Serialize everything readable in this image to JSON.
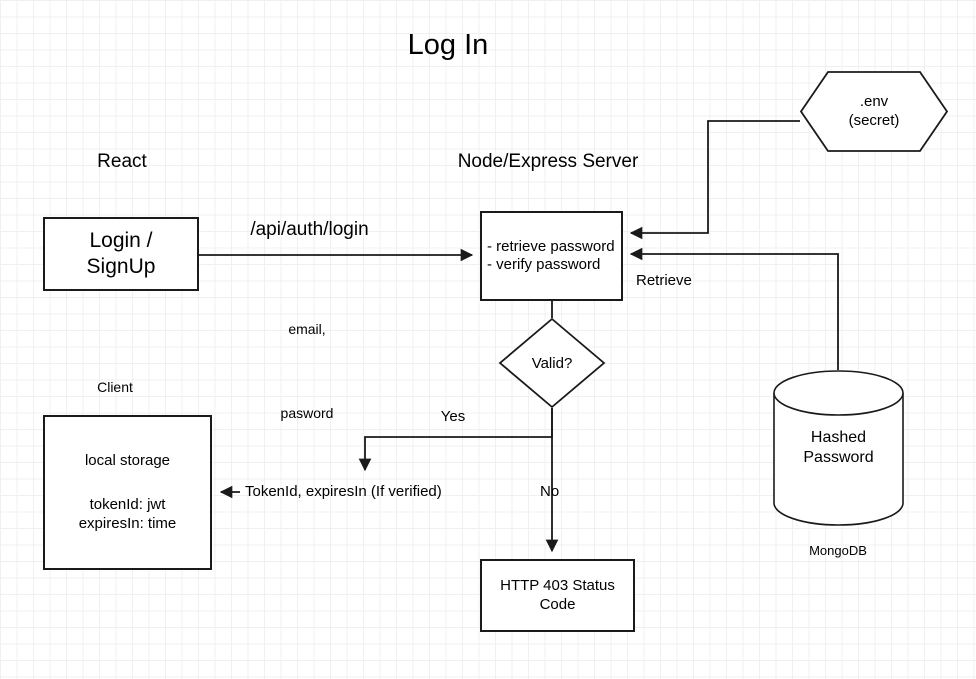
{
  "diagram": {
    "title": "Log In",
    "lanes": [
      {
        "id": "react",
        "label": "React"
      },
      {
        "id": "server",
        "label": "Node/Express Server"
      },
      {
        "id": "client",
        "label": "Client"
      },
      {
        "id": "mongodb",
        "label": "MongoDB"
      }
    ],
    "nodes": {
      "login": {
        "shape": "rectangle",
        "line1": "Login /",
        "line2": "SignUp"
      },
      "server": {
        "shape": "rectangle",
        "line1": "- retrieve password",
        "line2": "- verify password"
      },
      "env": {
        "shape": "hexagon",
        "line1": ".env",
        "line2": "(secret)"
      },
      "valid": {
        "shape": "diamond",
        "line1": "Valid?"
      },
      "database": {
        "shape": "cylinder",
        "line1": "Hashed",
        "line2": "Password"
      },
      "local_storage": {
        "shape": "rectangle",
        "line1": "local storage",
        "line2": "tokenId: jwt",
        "line3": "expiresIn: time"
      },
      "http403": {
        "shape": "rectangle",
        "line1": "HTTP 403 Status",
        "line2": "Code"
      }
    },
    "edges": [
      {
        "id": "api",
        "label": "/api/auth/login",
        "from": "login",
        "to": "server"
      },
      {
        "id": "payload",
        "label_line1": "email,",
        "label_line2": "pasword",
        "from": "login",
        "to": "server"
      },
      {
        "id": "env-to-server",
        "label": "",
        "from": "env",
        "to": "server"
      },
      {
        "id": "retrieve",
        "label": "Retrieve",
        "from": "database",
        "to": "server"
      },
      {
        "id": "server-to-valid",
        "label": "",
        "from": "server",
        "to": "valid"
      },
      {
        "id": "valid-yes",
        "label": "Yes",
        "from": "valid",
        "to": "local_storage"
      },
      {
        "id": "valid-no",
        "label": "No",
        "from": "valid",
        "to": "http403"
      },
      {
        "id": "token",
        "label": "TokenId, expiresIn (If verified)",
        "from": "valid",
        "to": "local_storage"
      },
      {
        "id": "server-to-db",
        "label": "",
        "from": "server",
        "to": "database"
      }
    ],
    "colors": {
      "stroke": "#1a1a1a",
      "fill": "#ffffff",
      "grid_minor": "#f0f0f0",
      "grid_major": "#e2e2e2",
      "text": "#000000"
    }
  }
}
